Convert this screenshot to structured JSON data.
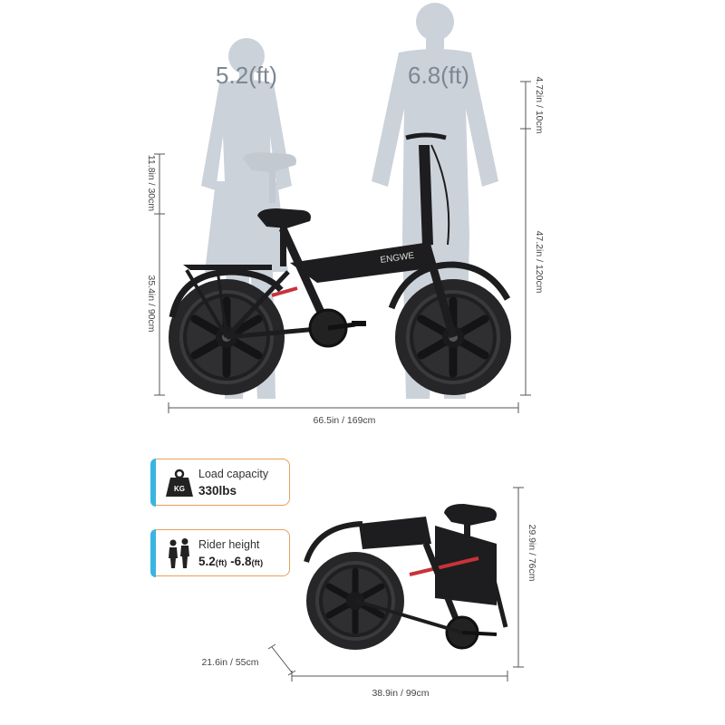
{
  "top": {
    "left_height_label": "5.2(ft)",
    "right_height_label": "6.8(ft)",
    "handlebar_dim": "4.72in / 10cm",
    "seat_dim": "11.8in / 30cm",
    "seat_height_dim": "35.4in / 90cm",
    "total_height_dim": "47.2in / 120cm",
    "length_dim": "66.5in / 169cm",
    "frame_brand": "ENGWE"
  },
  "cards": {
    "load": {
      "label": "Load capacity",
      "value": "330lbs",
      "icon_text": "KG",
      "icon": "weight-icon"
    },
    "rider": {
      "label": "Rider height",
      "value_a": "5.2",
      "unit_a": "(ft)",
      "value_b": " -6.8",
      "unit_b": "(ft)",
      "icon": "people-icon"
    }
  },
  "folded": {
    "height_dim": "29.9in / 76cm",
    "width_dim": "21.6in / 55cm",
    "length_dim": "38.9in / 99cm"
  },
  "colors": {
    "silhouette": "#c9d0d8",
    "bike": "#1d1d1f",
    "tire": "#2a2a2c",
    "accent_red": "#c8323a",
    "card_orange": "#e6a15a",
    "card_blue": "#39b6e0"
  }
}
